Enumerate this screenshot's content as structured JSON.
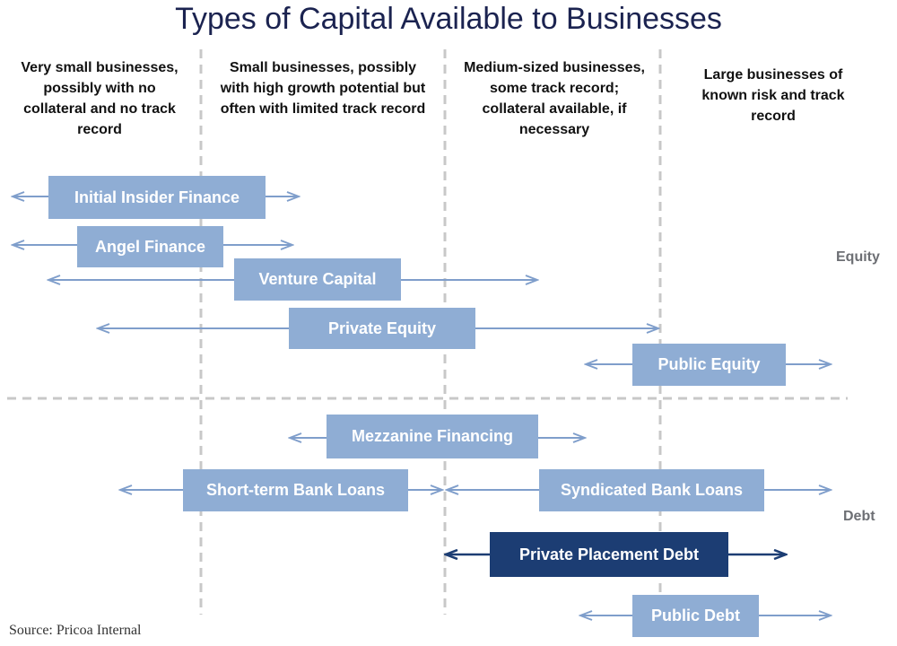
{
  "title": "Types of Capital Available to Businesses",
  "columns": [
    "Very small businesses, possibly with no collateral and no track record",
    "Small businesses, possibly with high growth potential but often with limited track record",
    "Medium-sized businesses, some track record; collateral available, if necessary",
    "Large businesses of known risk and track record"
  ],
  "sections": {
    "equity": "Equity",
    "debt": "Debt"
  },
  "bars": [
    {
      "label": "Initial Insider Finance",
      "section": "equity"
    },
    {
      "label": "Angel Finance",
      "section": "equity"
    },
    {
      "label": "Venture Capital",
      "section": "equity"
    },
    {
      "label": "Private Equity",
      "section": "equity"
    },
    {
      "label": "Public Equity",
      "section": "equity"
    },
    {
      "label": "Mezzanine Financing",
      "section": "debt"
    },
    {
      "label": "Short-term Bank Loans",
      "section": "debt"
    },
    {
      "label": "Syndicated Bank Loans",
      "section": "debt"
    },
    {
      "label": "Private Placement Debt",
      "section": "debt",
      "highlight": true
    },
    {
      "label": "Public Debt",
      "section": "debt"
    }
  ],
  "colors": {
    "bar": "#8fadd4",
    "bar_highlight": "#1c3d73",
    "arrow": "#7f9ecb",
    "divider": "#c8c8c8",
    "title": "#1b2350"
  },
  "source": "Source: Pricoa Internal"
}
